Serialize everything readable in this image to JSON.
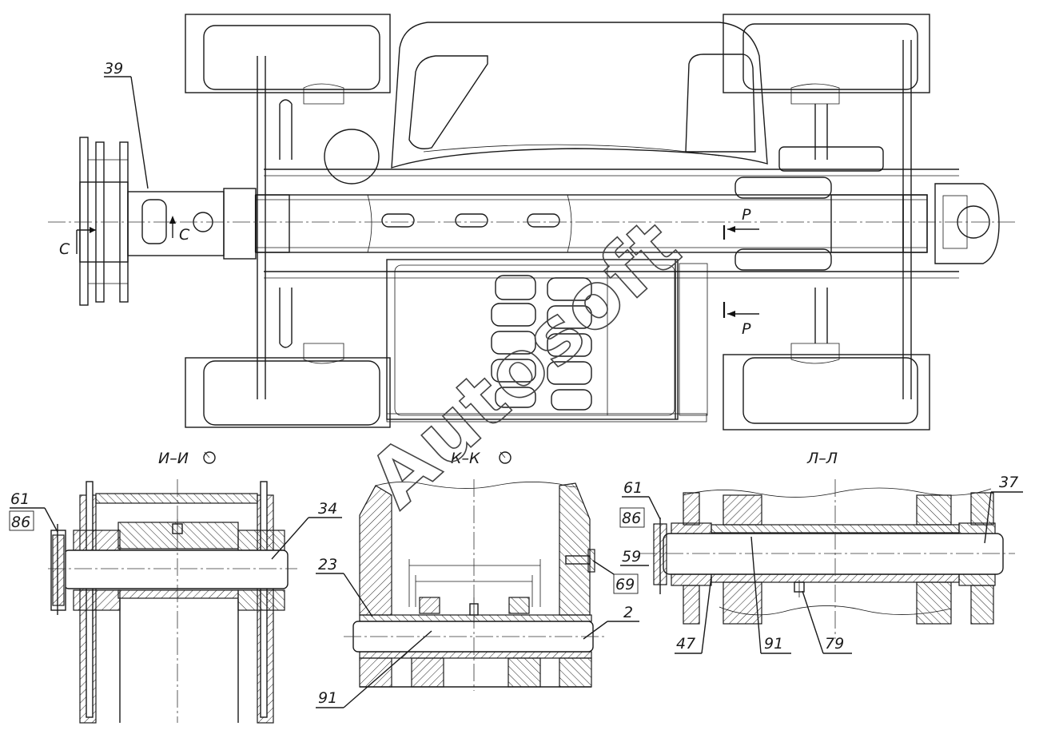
{
  "watermark": "Autosoft",
  "section_titles": {
    "i_i": "И–И",
    "k_k": "К–К",
    "l_l": "Л–Л"
  },
  "section_marks": {
    "c": "С",
    "p": "Р"
  },
  "callouts": {
    "top_39": "39",
    "ii_61": "61",
    "ii_86": "86",
    "ii_34": "34",
    "kk_23": "23",
    "kk_69": "69",
    "kk_2": "2",
    "kk_91": "91",
    "ll_61": "61",
    "ll_86": "86",
    "ll_59": "59",
    "ll_37": "37",
    "ll_47": "47",
    "ll_91": "91",
    "ll_79": "79"
  }
}
